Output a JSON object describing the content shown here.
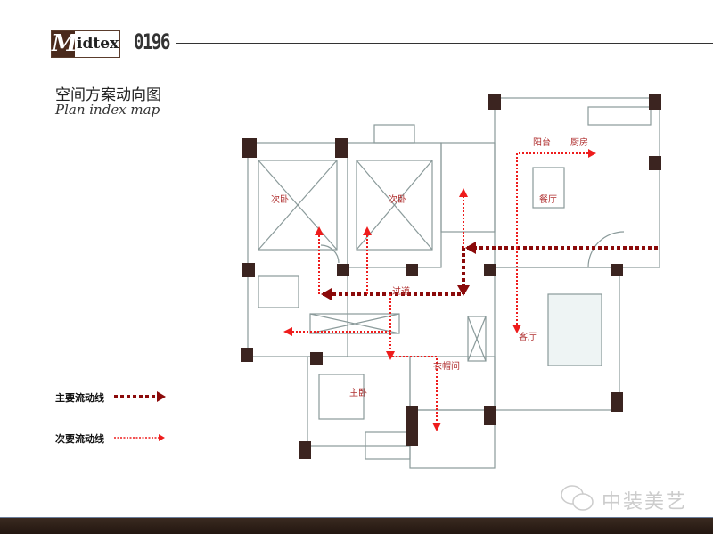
{
  "header": {
    "brand_letter": "M",
    "brand_rest": "idtex",
    "brand_code": "0196",
    "title": "空间方案动向图",
    "subtitle": "Plan index map"
  },
  "rooms": {
    "bedroom2a": "次卧",
    "bedroom2b": "次卧",
    "balcony": "阳台",
    "kitchen": "厨房",
    "dining": "餐厅",
    "corridor": "过道",
    "living": "客厅",
    "master": "主卧",
    "closet": "衣帽间"
  },
  "legend": {
    "main": "主要流动线",
    "secondary": "次要流动线"
  },
  "colors": {
    "main_flow": "#8b0a0a",
    "secondary_flow": "#ee1c1c",
    "pillar": "#3b2420",
    "wall": "#9aa"
  },
  "watermark": "中装美艺"
}
